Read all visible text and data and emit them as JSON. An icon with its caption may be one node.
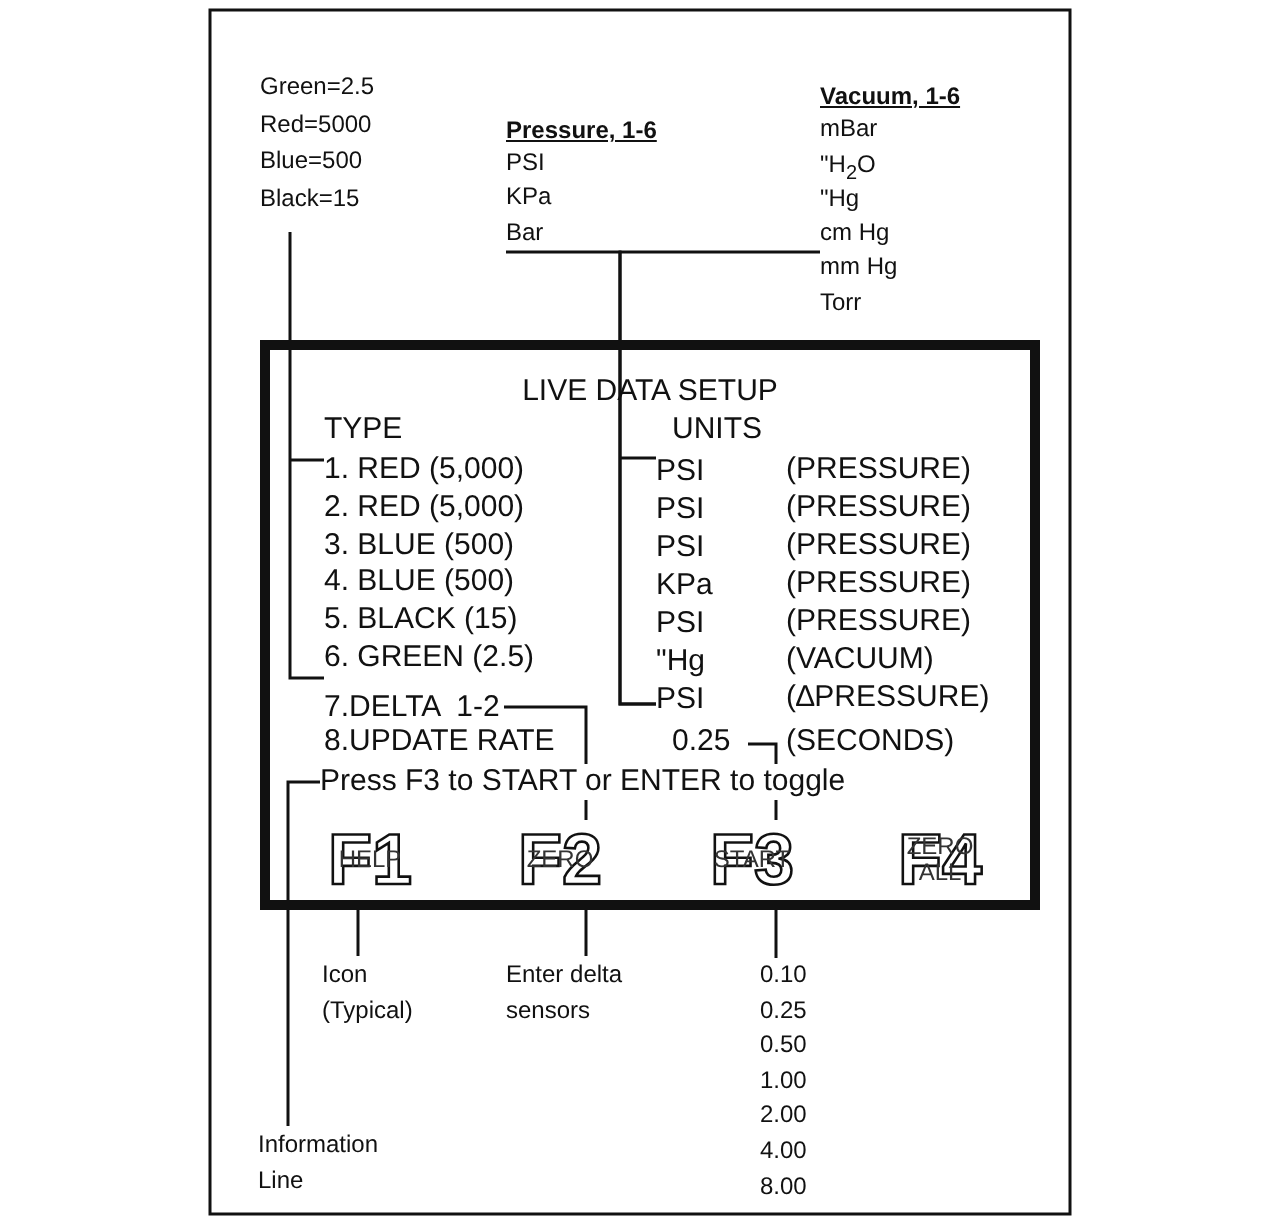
{
  "diagram": {
    "nodes": [
      {
        "text": [
          "LIVE DATA SETUP"
        ]
      },
      {
        "text": [
          "1. RED (5,000)",
          "2. RED (5,000)",
          "3. BLUE (500)",
          "4. BLUE (500)",
          "5. BLACK (15)",
          "6. GREEN (2.5)"
        ],
        "in": 0
      },
      {
        "text": [
          "7.DELTA  1-2"
        ],
        "in": 0
      },
      {
        "text": [
          "8.UPDATE RATE"
        ],
        "in": 0
      },
      {
        "text": [
          "PSI",
          "PSI",
          "PSI",
          "KPa",
          "PSI",
          "\"Hg",
          "PSI"
        ],
        "in": 0
      },
      {
        "text": [
          "0.25"
        ],
        "in": 0
      },
      {
        "text": [
          "Press F3 to START or ENTER to toggle"
        ],
        "in": 0
      },
      {
        "text": [
          "F1",
          "HELP"
        ],
        "in": 0
      },
      {
        "text": [
          "F2",
          "ZERO"
        ],
        "in": 0
      },
      {
        "text": [
          "F3",
          "START"
        ],
        "in": 0
      },
      {
        "text": [
          "F4",
          "ZERO ALL"
        ],
        "in": 0
      },
      {
        "text": [
          "Green=2.5",
          "Red=5000",
          "Blue=500",
          "Black=15"
        ]
      },
      {
        "text": [
          "Pressure, 1-6",
          "PSI",
          "KPa",
          "Bar"
        ]
      },
      {
        "text": [
          "Vacuum, 1-6",
          "mBar",
          "\"H$_{2}$O",
          "\"Hg",
          "cm Hg",
          "mm Hg",
          "Torr"
        ]
      },
      {
        "text": [
          "Icon (Typical)"
        ]
      },
      {
        "text": [
          "Enter delta sensors"
        ]
      },
      {
        "text": [
          "0.10",
          "0.25",
          "0.50",
          "1.00",
          "2.00",
          "4.00",
          "8.00"
        ]
      },
      {
        "text": [
          "Information Line"
        ]
      }
    ],
    "edges": [
      {
        "from": 11,
        "to": 1,
        "arrow": "none"
      },
      {
        "from": 12,
        "to": 4,
        "arrow": "none"
      },
      {
        "from": 13,
        "to": 4,
        "arrow": "none"
      },
      {
        "from": 14,
        "to": 7,
        "arrow": "none"
      },
      {
        "from": 15,
        "to": 2,
        "arrow": "none"
      },
      {
        "from": 16,
        "to": 5,
        "arrow": "none"
      },
      {
        "from": 17,
        "to": 6,
        "arrow": "none"
      }
    ],
    "labels": [
      "TYPE",
      "UNITS",
      "(PRESSURE)",
      "(PRESSURE)",
      "(PRESSURE)",
      "(PRESSURE)",
      "(PRESSURE)",
      "(VACUUM)",
      "(∆PRESSURE)",
      "(SECONDS)"
    ]
  }
}
